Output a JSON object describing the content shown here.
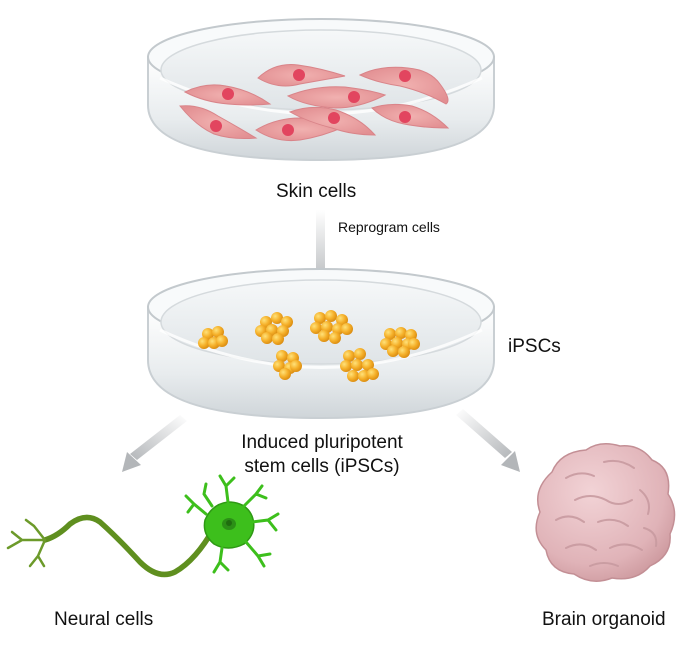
{
  "labels": {
    "skin": "Skin cells",
    "reprogram": "Reprogram cells",
    "ipscs_side": "iPSCs",
    "induced_line1": "Induced pluripotent",
    "induced_line2": "stem cells (iPSCs)",
    "neural": "Neural cells",
    "organoid": "Brain organoid"
  },
  "colors": {
    "dish_rim": "#c9cfd3",
    "dish_fill": "#eef1f3",
    "skin_cell": "#e9a3a3",
    "skin_nucleus": "#e2455f",
    "ipsc": "#f2a51f",
    "ipsc_highlight": "#ffd35e",
    "neuron": "#5f8f1f",
    "neuron_body": "#3dbf1c",
    "organoid": "#e2b9bd",
    "arrow": "#b8bbbe"
  },
  "icons": [
    "petri-dish-icon",
    "skin-cell-icon",
    "ipsc-cluster-icon",
    "neuron-icon",
    "brain-organoid-icon",
    "arrow-icon"
  ]
}
